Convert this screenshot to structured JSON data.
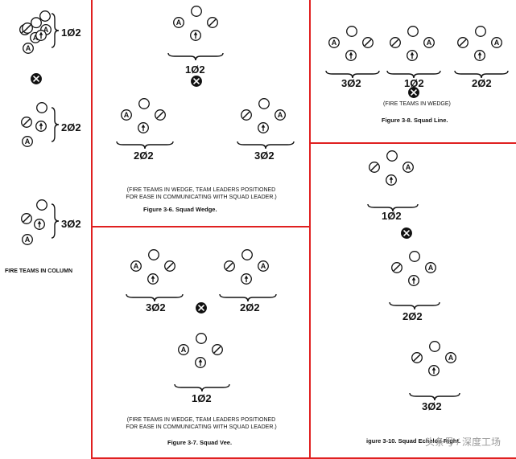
{
  "colors": {
    "panel_border": "#e02020",
    "ink": "#111111"
  },
  "symbols": {
    "a": "A",
    "open": "rifleman",
    "slash": "grenadier",
    "arrow": "team-leader",
    "x": "squad-leader"
  },
  "column": {
    "labels": [
      "1Ø2",
      "2Ø2",
      "3Ø2"
    ],
    "caption": "FIRE TEAMS IN COLUMN"
  },
  "wedge": {
    "labels": [
      "1Ø2",
      "2Ø2",
      "3Ø2"
    ],
    "caption": "(FIRE TEAMS IN WEDGE, TEAM LEADERS POSITIONED FOR EASE IN COMMUNICATING WITH SQUAD LEADER.)",
    "figure": "Figure 3-6.  Squad Wedge."
  },
  "vee": {
    "labels": [
      "3Ø2",
      "2Ø2",
      "1Ø2"
    ],
    "caption": "(FIRE TEAMS IN WEDGE, TEAM LEADERS POSITIONED FOR EASE IN COMMUNICATING WITH SQUAD LEADER.)",
    "figure": "Figure 3-7.  Squad Vee."
  },
  "line": {
    "labels": [
      "3Ø2",
      "1Ø2",
      "2Ø2"
    ],
    "caption": "(FIRE TEAMS IN WEDGE)",
    "figure": "Figure 3-8.  Squad Line."
  },
  "file": {
    "labels": [
      "1Ø2",
      "2Ø2",
      "3Ø2"
    ],
    "figure": "igure 3-10. Squad Echelon Right."
  },
  "watermark": "头条号 / 深度工场"
}
